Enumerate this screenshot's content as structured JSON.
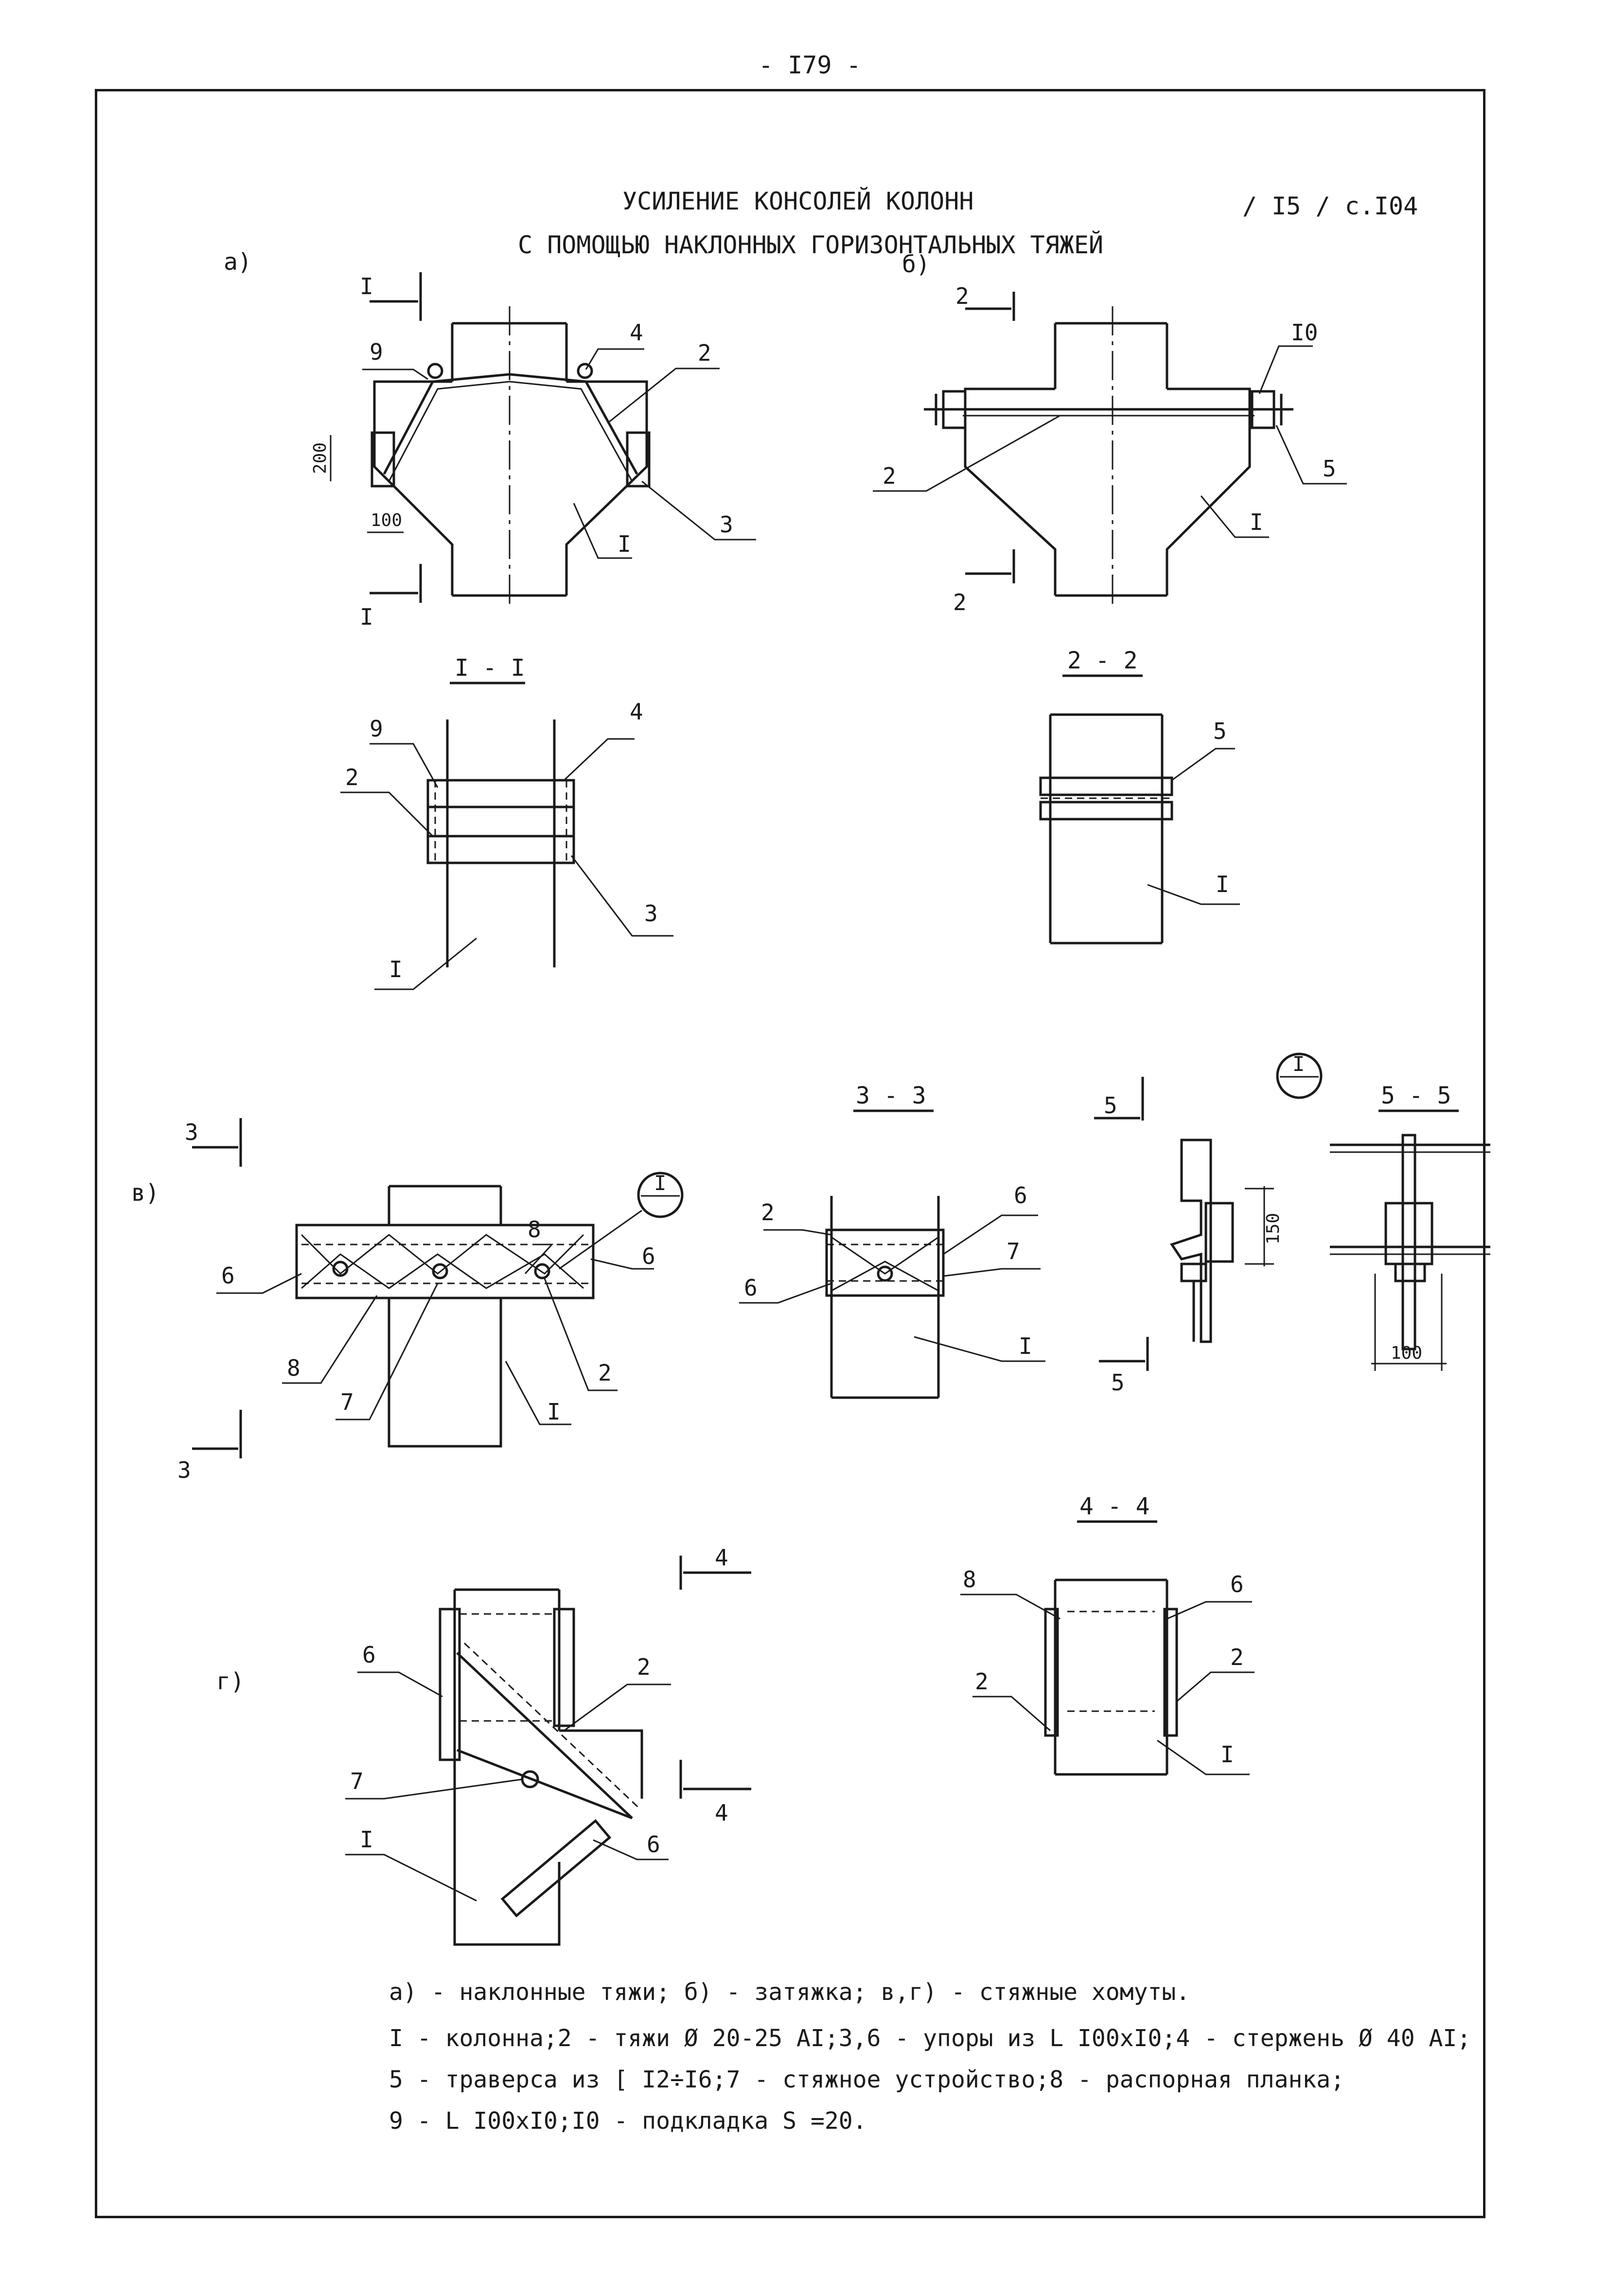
{
  "page_number": "- I79 -",
  "title": {
    "line1": "УСИЛЕНИЕ КОНСОЛЕЙ КОЛОНН",
    "line2": "С ПОМОЩЬЮ НАКЛОННЫХ ГОРИЗОНТАЛЬНЫХ ТЯЖЕЙ",
    "reference": "/ I5 / с.I04"
  },
  "views": {
    "a": "а)",
    "b": "б)",
    "v": "в)",
    "g": "г)"
  },
  "sections": {
    "s1": "I - I",
    "s2": "2 - 2",
    "s3": "3 - 3",
    "s4": "4 - 4",
    "s5": "5 - 5",
    "node": "I"
  },
  "labels": {
    "n1": "I",
    "n2": "2",
    "n3": "3",
    "n4": "4",
    "n5": "5",
    "n6": "6",
    "n7": "7",
    "n8": "8",
    "n9": "9",
    "n10": "I0"
  },
  "dimensions": {
    "d200": "200",
    "d100": "100",
    "d150": "150"
  },
  "captions": {
    "line1": "а) - наклонные тяжи; б) - затяжка; в,г) - стяжные хомуты.",
    "line2": "I - колонна;2 - тяжи Ø 20-25 АI;3,6 - упоры из L I00xI0;4 - стержень Ø 40 АI;",
    "line3": "5 - траверса из [ I2÷I6;7 - стяжное устройство;8 - распорная планка;",
    "line4": "9 - L I00xI0;I0 - подкладка S =20."
  }
}
